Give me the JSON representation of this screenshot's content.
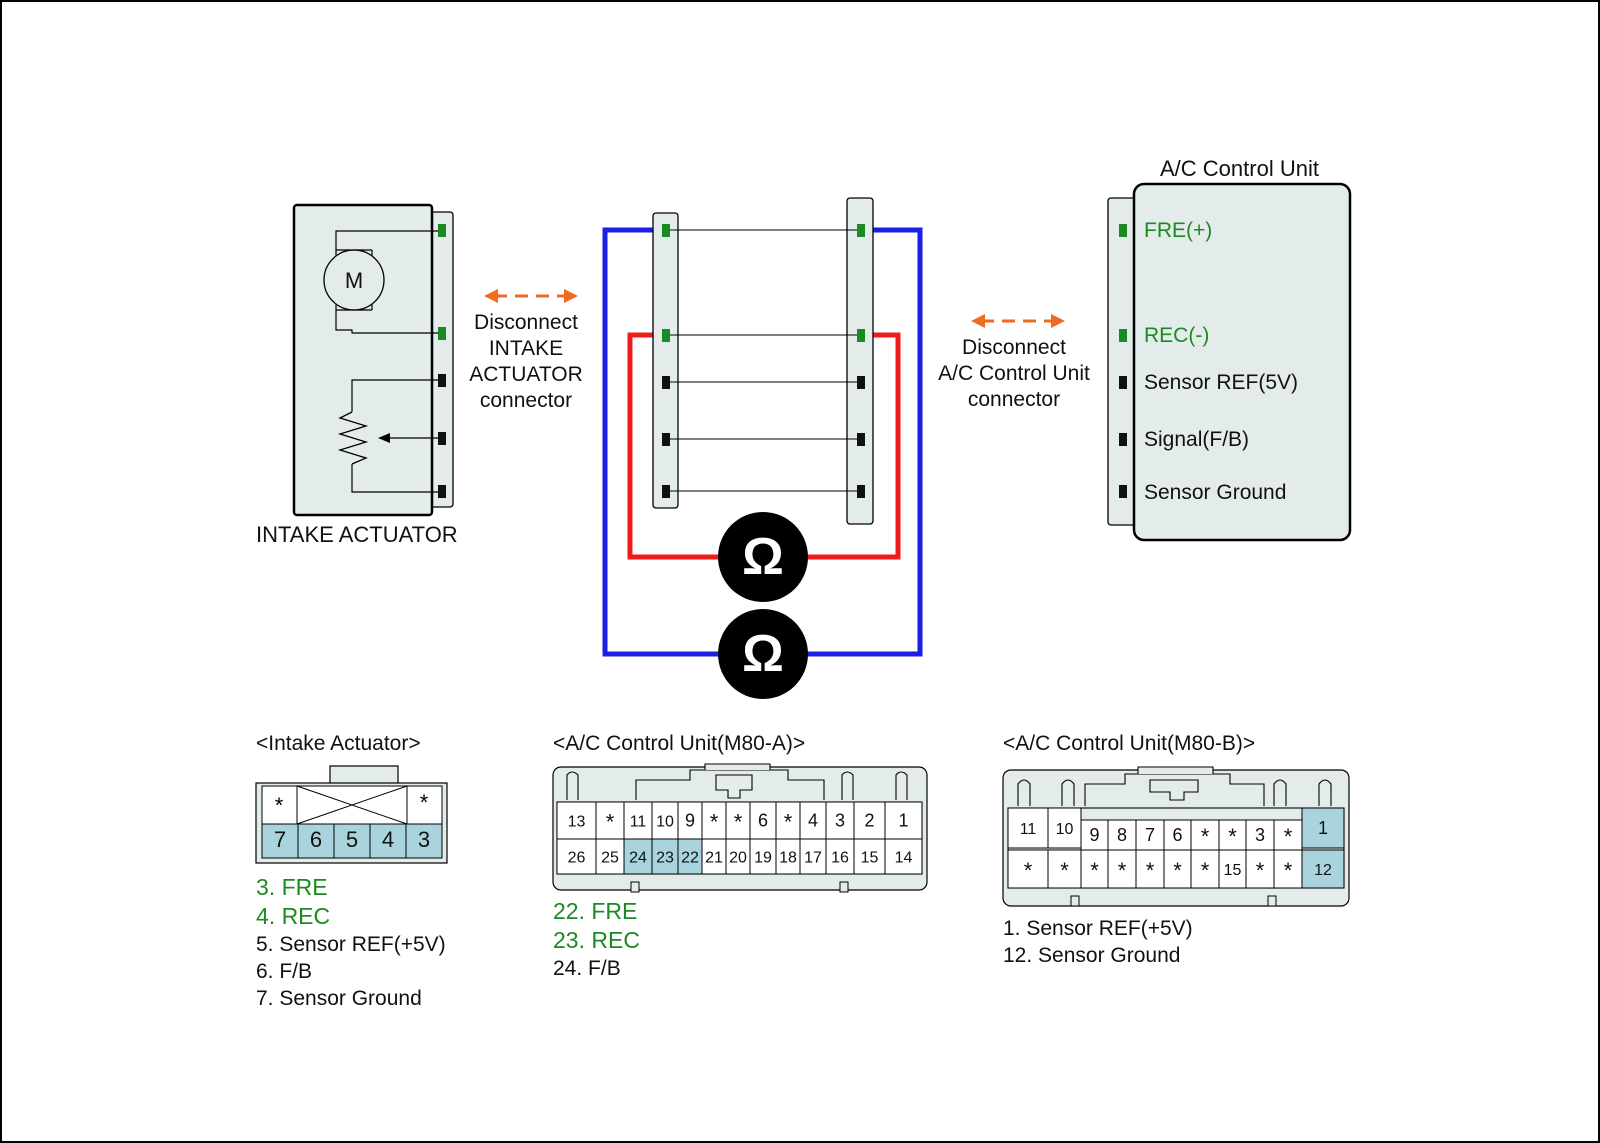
{
  "diagram": {
    "intake_actuator": {
      "label": "INTAKE ACTUATOR",
      "motor_symbol": "M"
    },
    "disconnect_intake": {
      "lines": [
        "Disconnect",
        "INTAKE",
        "ACTUATOR",
        "connector"
      ]
    },
    "disconnect_ac": {
      "lines": [
        "Disconnect",
        "A/C Control Unit",
        "connector"
      ]
    },
    "ac_control_unit": {
      "title": "A/C Control Unit",
      "pins": [
        {
          "label": "FRE(+)",
          "color": "#1b8a22"
        },
        {
          "label": "REC(-)",
          "color": "#1b8a22"
        },
        {
          "label": "Sensor REF(5V)",
          "color": "#111111"
        },
        {
          "label": "Signal(F/B)",
          "color": "#111111"
        },
        {
          "label": "Sensor Ground",
          "color": "#111111"
        }
      ]
    },
    "ohmmeter_symbol": "Ω",
    "wire_colors": {
      "blue": "#1a1ee6",
      "red": "#ee1c1c",
      "pin_green": "#1b8a22",
      "pin_black": "#111111",
      "highlight": "#a9d3dd"
    }
  },
  "connectors": {
    "intake": {
      "title": "<Intake Actuator>",
      "top_row": [
        "*",
        "*"
      ],
      "bottom_row": [
        "7",
        "6",
        "5",
        "4",
        "3"
      ],
      "legend": [
        {
          "text": "3. FRE",
          "color": "#1b8a22"
        },
        {
          "text": "4. REC",
          "color": "#1b8a22"
        },
        {
          "text": "5. Sensor REF(+5V)",
          "color": "#111111"
        },
        {
          "text": "6. F/B",
          "color": "#111111"
        },
        {
          "text": "7. Sensor Ground",
          "color": "#111111"
        }
      ]
    },
    "m80a": {
      "title": "<A/C Control Unit(M80-A)>",
      "top_row": [
        "13",
        "*",
        "11",
        "10",
        "9",
        "*",
        "*",
        "6",
        "*",
        "4",
        "3",
        "2",
        "1"
      ],
      "bottom_row": [
        "26",
        "25",
        "24",
        "23",
        "22",
        "21",
        "20",
        "19",
        "18",
        "17",
        "16",
        "15",
        "14"
      ],
      "highlighted": [
        "24",
        "23",
        "22"
      ],
      "legend": [
        {
          "text": "22. FRE",
          "color": "#1b8a22"
        },
        {
          "text": "23. REC",
          "color": "#1b8a22"
        },
        {
          "text": "24. F/B",
          "color": "#111111"
        }
      ]
    },
    "m80b": {
      "title": "<A/C Control Unit(M80-B)>",
      "top_row": [
        "11",
        "10",
        "9",
        "8",
        "7",
        "6",
        "*",
        "*",
        "3",
        "*",
        "1"
      ],
      "bottom_row": [
        "*",
        "*",
        "*",
        "*",
        "*",
        "*",
        "*",
        "15",
        "*",
        "*",
        "12"
      ],
      "highlighted": [
        "1",
        "12"
      ],
      "legend": [
        {
          "text": "1. Sensor REF(+5V)",
          "color": "#111111"
        },
        {
          "text": "12. Sensor Ground",
          "color": "#111111"
        }
      ]
    }
  }
}
